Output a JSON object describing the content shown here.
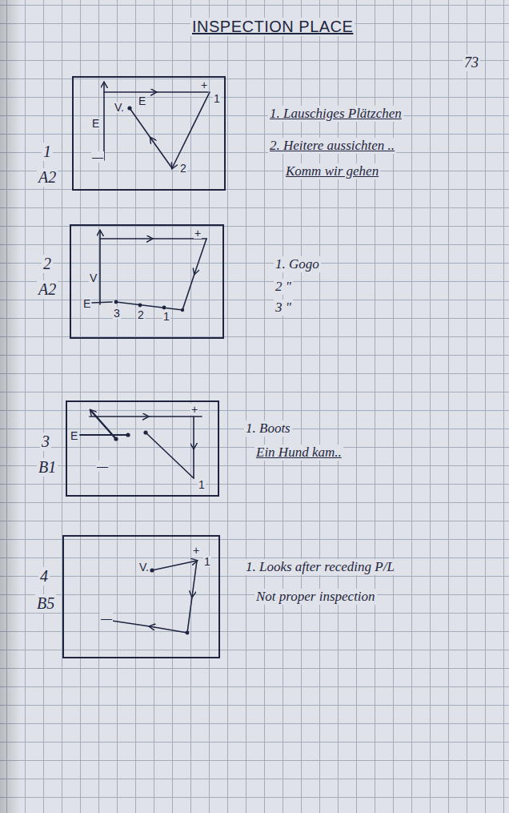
{
  "diagram": {
    "title": "INSPECTION PLACE",
    "nodes": [
      {
        "text": [
          "+",
          "1",
          "E",
          "V.",
          "E",
          "2",
          "—"
        ]
      },
      {
        "text": [
          "+",
          "V",
          "E",
          "3",
          "2",
          "1"
        ]
      },
      {
        "text": [
          "+",
          "E",
          "—",
          "1"
        ]
      },
      {
        "text": [
          "+",
          "V.",
          "1",
          "—"
        ]
      }
    ],
    "labels": [
      "73",
      "1",
      "A2",
      "1. Lauschiges Plätzchen",
      "2. Heitere aussichten ..",
      "Komm wir gehen",
      "2",
      "A2",
      "1. Gogo",
      "2 \"",
      "3 \"",
      "3",
      "B1",
      "1. Boots",
      "Ein Hund kam..",
      "4",
      "B5",
      "1. Looks after receding P/L",
      "Not proper inspection"
    ]
  }
}
